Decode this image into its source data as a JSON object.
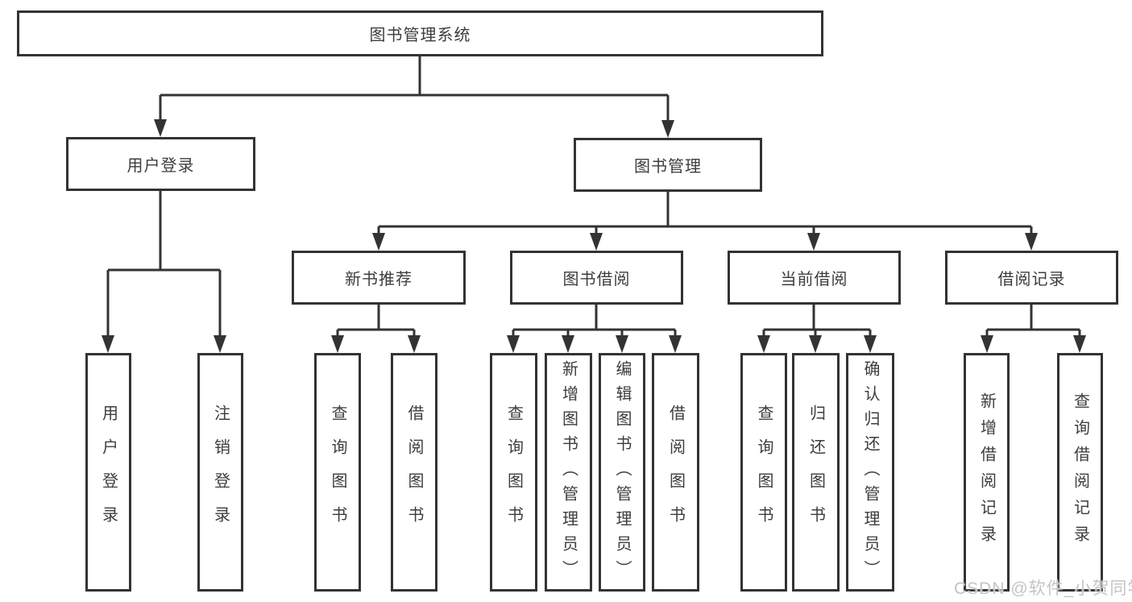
{
  "diagram": {
    "root": {
      "label": "图书管理系统"
    },
    "branches": [
      {
        "label": "用户登录",
        "children": [
          {
            "label": "用户登录"
          },
          {
            "label": "注销登录"
          }
        ]
      },
      {
        "label": "图书管理",
        "children": [
          {
            "label": "新书推荐",
            "children": [
              {
                "label": "查询图书"
              },
              {
                "label": "借阅图书"
              }
            ]
          },
          {
            "label": "图书借阅",
            "children": [
              {
                "label": "查询图书"
              },
              {
                "label": "新增图书（管理员）"
              },
              {
                "label": "编辑图书（管理员）"
              },
              {
                "label": "借阅图书"
              }
            ]
          },
          {
            "label": "当前借阅",
            "children": [
              {
                "label": "查询图书"
              },
              {
                "label": "归还图书"
              },
              {
                "label": "确认归还（管理员）"
              }
            ]
          },
          {
            "label": "借阅记录",
            "children": [
              {
                "label": "新增借阅记录"
              },
              {
                "label": "查询借阅记录"
              }
            ]
          }
        ]
      }
    ]
  },
  "watermark": {
    "text": "CSDN @软件_小贺同学"
  },
  "colors": {
    "line": "#333333",
    "box_border": "#333333",
    "text": "#3d3d3d",
    "watermark": "#c4c4c4",
    "background": "#ffffff"
  }
}
